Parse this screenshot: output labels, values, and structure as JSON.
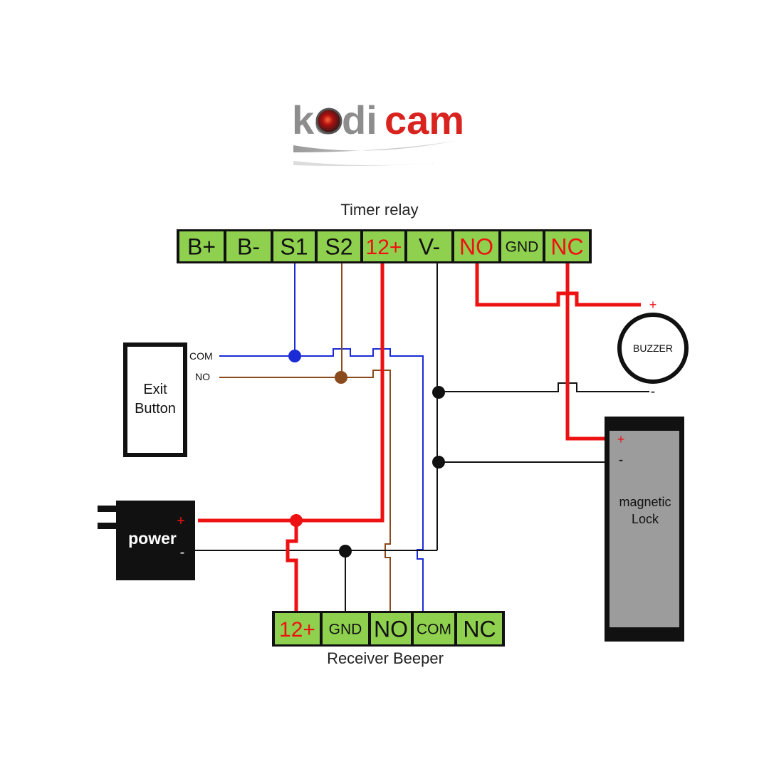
{
  "logo": {
    "text_gray": "ko",
    "text_gray2": "di",
    "text_red": "cam",
    "label": "kodicam"
  },
  "timer_relay": {
    "title": "Timer relay",
    "terminals": [
      {
        "label": "B+",
        "color": "#111111"
      },
      {
        "label": "B-",
        "color": "#111111"
      },
      {
        "label": "S1",
        "color": "#111111"
      },
      {
        "label": "S2",
        "color": "#111111"
      },
      {
        "label": "12+",
        "color": "#ee1111"
      },
      {
        "label": "V-",
        "color": "#111111"
      },
      {
        "label": "NO",
        "color": "#ee1111"
      },
      {
        "label": "GND",
        "color": "#111111"
      },
      {
        "label": "NC",
        "color": "#ee1111"
      }
    ]
  },
  "receiver": {
    "title": "Receiver Beeper",
    "terminals": [
      {
        "label": "12+",
        "color": "#ee1111"
      },
      {
        "label": "GND",
        "color": "#111111"
      },
      {
        "label": "NO",
        "color": "#111111"
      },
      {
        "label": "COM",
        "color": "#111111"
      },
      {
        "label": "NC",
        "color": "#111111"
      }
    ]
  },
  "exit_button": {
    "line1": "Exit",
    "line2": "Button",
    "com_label": "COM",
    "no_label": "NO"
  },
  "power": {
    "label": "power",
    "plus": "+",
    "minus": "-"
  },
  "buzzer": {
    "label": "BUZZER",
    "plus": "+",
    "minus": "-"
  },
  "magnetic_lock": {
    "line1": "magnetic",
    "line2": "Lock",
    "plus": "+",
    "minus": "-"
  },
  "colors": {
    "terminal_fill": "#8fd14f",
    "red_wire": "#ee1111",
    "blue_wire": "#1a2bd6",
    "brown_wire": "#8a4a1c",
    "black_wire": "#111111",
    "lock_fill": "#9c9c9c"
  }
}
